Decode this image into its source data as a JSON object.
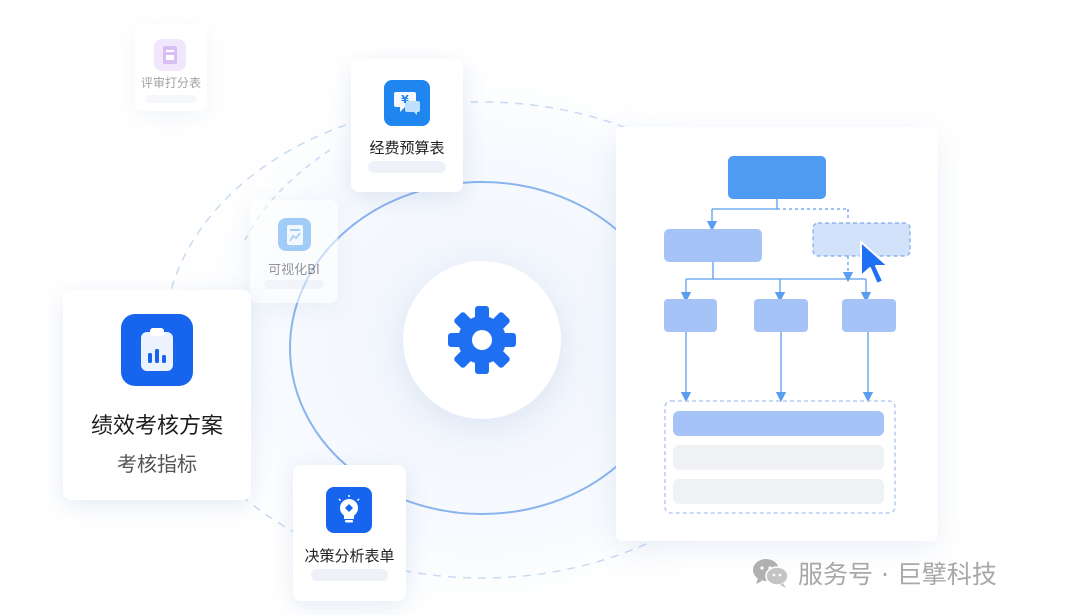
{
  "cards": {
    "scoring_sheet": {
      "label": "评审打分表"
    },
    "budget_sheet": {
      "label": "经费预算表",
      "icon_glyph": "¥"
    },
    "visual_bi": {
      "label": "可视化BI"
    },
    "performance_plan": {
      "title": "绩效考核方案",
      "subtitle": "考核指标"
    },
    "decision_form": {
      "label": "决策分析表单"
    }
  },
  "watermark": {
    "text": "服务号 · 巨擘科技",
    "icon": "wechat-icon"
  },
  "colors": {
    "primary_blue": "#1f6ff2",
    "node_dark": "#4d9cf2",
    "node_light": "#a6c3f7",
    "purple": "#c9a6f0",
    "muted": "#eef1f7"
  }
}
